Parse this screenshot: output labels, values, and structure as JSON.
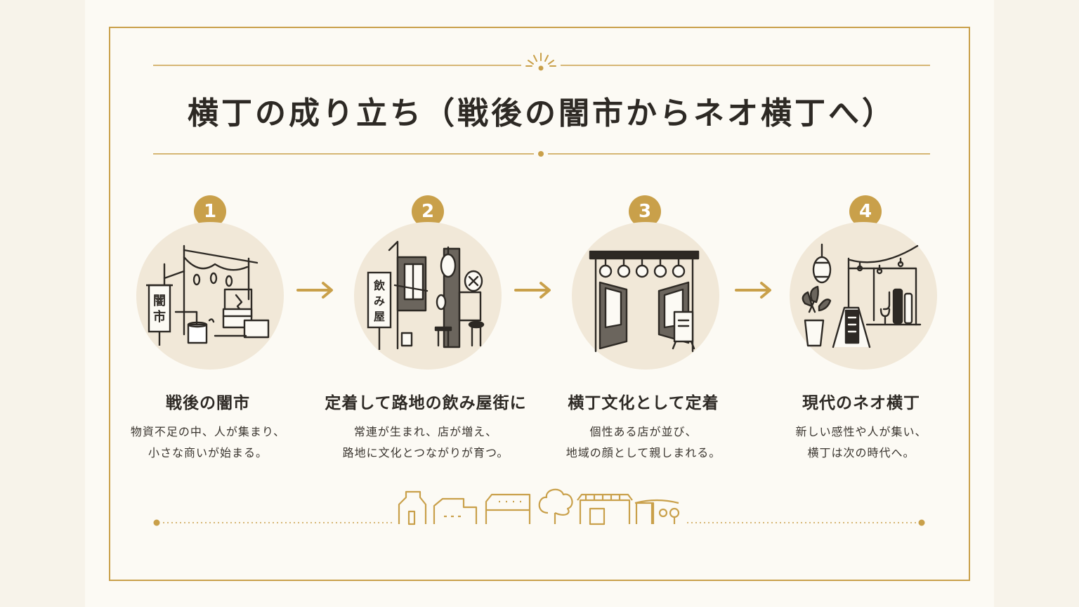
{
  "title": "横丁の成り立ち（戦後の闇市からネオ横丁へ）",
  "colors": {
    "accent": "#c9a04a",
    "text": "#2d2924",
    "circle_bg": "#f1e8d8",
    "paper": "#fcfaf4"
  },
  "steps": [
    {
      "number": "1",
      "title": "戦後の闇市",
      "desc": [
        "物資不足の中、人が集まり、",
        "小さな商いが始まる。"
      ],
      "sign": "闇市",
      "icon": "black-market-stall-icon"
    },
    {
      "number": "2",
      "title": "定着して路地の飲み屋街に",
      "desc": [
        "常連が生まれ、店が増え、",
        "路地に文化とつながりが育つ。"
      ],
      "sign": "飲み屋",
      "icon": "alley-bar-street-icon"
    },
    {
      "number": "3",
      "title": "横丁文化として定着",
      "desc": [
        "個性ある店が並び、",
        "地域の顔として親しまれる。"
      ],
      "sign": "",
      "icon": "yokocho-gate-icon"
    },
    {
      "number": "4",
      "title": "現代のネオ横丁",
      "desc": [
        "新しい感性や人が集い、",
        "横丁は次の時代へ。"
      ],
      "sign": "",
      "icon": "neo-yokocho-bar-icon"
    }
  ],
  "arrows": [
    "arrow-right-icon",
    "arrow-right-icon",
    "arrow-right-icon"
  ],
  "footer_icon": "townscape-skyline-icon"
}
